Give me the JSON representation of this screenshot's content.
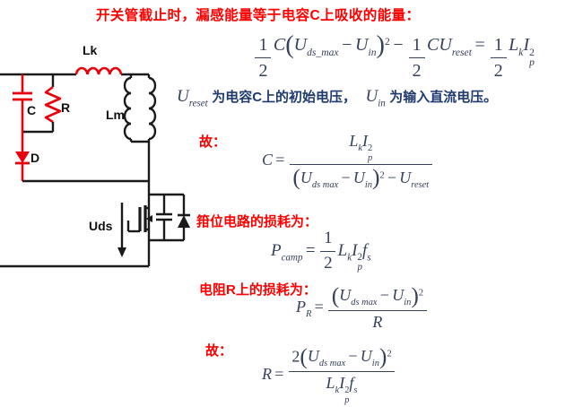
{
  "title": "开关管截止时，漏感能量等于电容C上吸收的能量：",
  "colors": {
    "heading_red": "#ff0000",
    "body_navy": "#1f3a6e",
    "formula_ink": "#35405a",
    "wire_black": "#1a1a1a",
    "clamp_red": "#e8000b",
    "background": "#ffffff"
  },
  "circuit": {
    "labels": {
      "lk": "Lk",
      "c": "C",
      "r": "R",
      "d": "D",
      "lm": "Lm",
      "uds": "Uds"
    }
  },
  "explain_line": {
    "math_ureset": [
      {
        "v": "U",
        "sub": "reset"
      }
    ],
    "text1": "为电容C上的初始电压，",
    "math_uin": [
      {
        "v": "U",
        "sub": "in"
      }
    ],
    "text2": "为输入直流电压。"
  },
  "sections": {
    "gu1": "故：",
    "camp_label": "箝位电路的损耗为：",
    "r_label": "电阻R上的损耗为：",
    "gu2": "故："
  },
  "formulas": {
    "eq_energy": [
      {
        "f": {
          "n": [
            {
              "r": "1"
            }
          ],
          "d": [
            {
              "r": "2"
            }
          ]
        }
      },
      {
        "v": "C"
      },
      {
        "p": "("
      },
      {
        "v": "U",
        "sub": "ds_max"
      },
      {
        "o": "−"
      },
      {
        "v": "U",
        "sub": "in"
      },
      {
        "p": ")",
        "sup": "2"
      },
      {
        "o": "−"
      },
      {
        "f": {
          "n": [
            {
              "r": "1"
            }
          ],
          "d": [
            {
              "r": "2"
            }
          ]
        }
      },
      {
        "v": "C"
      },
      {
        "v": "U",
        "sub": "reset"
      },
      {
        "o": "="
      },
      {
        "f": {
          "n": [
            {
              "r": "1"
            }
          ],
          "d": [
            {
              "r": "2"
            }
          ]
        }
      },
      {
        "v": "L",
        "sub": "k"
      },
      {
        "v": "I",
        "sub": "p",
        "sup": "2"
      }
    ],
    "eq_c": [
      {
        "v": "C"
      },
      {
        "o": "="
      },
      {
        "f": {
          "n": [
            {
              "v": "L",
              "sub": "k"
            },
            {
              "v": "I",
              "sub": "p",
              "sup": "2"
            }
          ],
          "d": [
            {
              "p": "("
            },
            {
              "v": "U",
              "sub": "ds max"
            },
            {
              "o": "−"
            },
            {
              "v": "U",
              "sub": "in"
            },
            {
              "p": ")",
              "sup": "2"
            },
            {
              "o": "−"
            },
            {
              "v": "U",
              "sub": "reset"
            }
          ]
        }
      }
    ],
    "eq_pcamp": [
      {
        "v": "P",
        "sub": "camp"
      },
      {
        "o": "="
      },
      {
        "f": {
          "n": [
            {
              "r": "1"
            }
          ],
          "d": [
            {
              "r": "2"
            }
          ]
        }
      },
      {
        "v": "L",
        "sub": "k"
      },
      {
        "v": "I",
        "sub": "p",
        "sup": "2"
      },
      {
        "v": "f",
        "sub": "s"
      }
    ],
    "eq_pr": [
      {
        "v": "P",
        "sub": "R"
      },
      {
        "o": "="
      },
      {
        "f": {
          "n": [
            {
              "p": "("
            },
            {
              "v": "U",
              "sub": "ds max"
            },
            {
              "o": "−"
            },
            {
              "v": "U",
              "sub": "in"
            },
            {
              "p": ")",
              "sup": "2"
            }
          ],
          "d": [
            {
              "v": "R"
            }
          ]
        }
      }
    ],
    "eq_r": [
      {
        "v": "R"
      },
      {
        "o": "="
      },
      {
        "f": {
          "n": [
            {
              "r": "2"
            },
            {
              "p": "("
            },
            {
              "v": "U",
              "sub": "ds max"
            },
            {
              "o": "−"
            },
            {
              "v": "U",
              "sub": "in"
            },
            {
              "p": ")",
              "sup": "2"
            }
          ],
          "d": [
            {
              "v": "L",
              "sub": "k"
            },
            {
              "v": "I",
              "sub": "p",
              "sup": "2"
            },
            {
              "v": "f",
              "sub": "s"
            }
          ]
        }
      }
    ]
  }
}
